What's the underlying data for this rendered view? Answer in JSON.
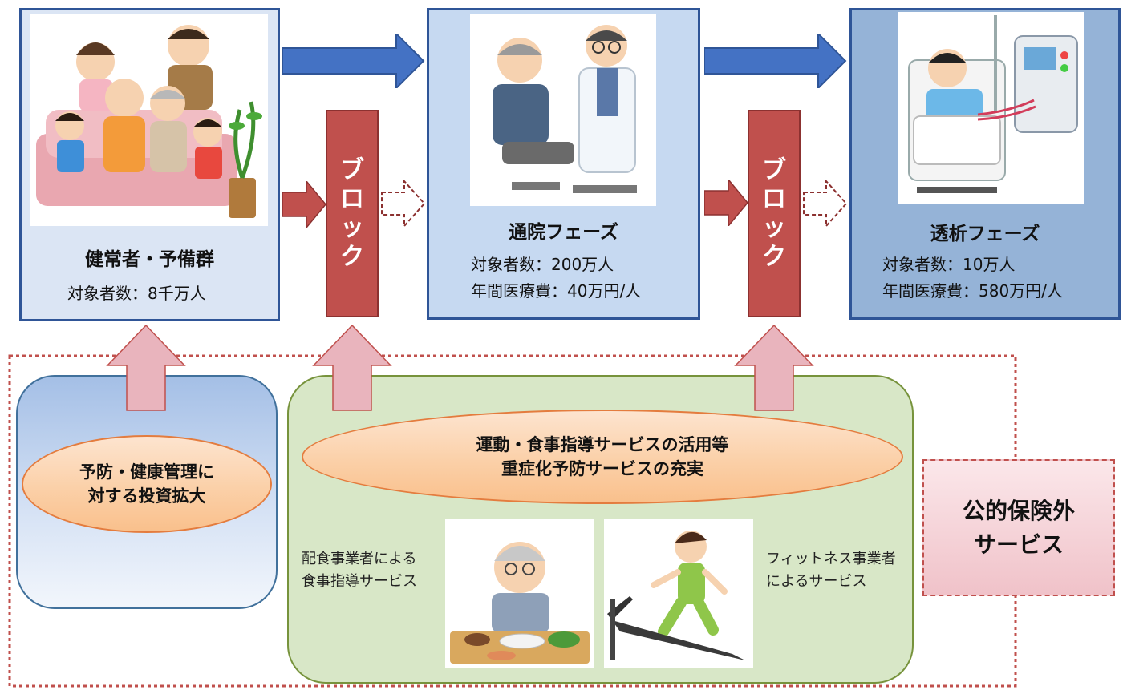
{
  "phases": [
    {
      "title": "健常者・予備群",
      "lines": [
        "対象者数：8千万人"
      ]
    },
    {
      "title": "通院フェーズ",
      "lines": [
        "対象者数：200万人",
        "年間医療費：40万円/人"
      ]
    },
    {
      "title": "透析フェーズ",
      "lines": [
        "対象者数：10万人",
        "年間医療費：580万円/人"
      ]
    }
  ],
  "block_chars": [
    "ブ",
    "ロ",
    "ッ",
    "ク"
  ],
  "prevention": {
    "lines": [
      "予防・健康管理に",
      "対する投資拡大"
    ]
  },
  "severity": {
    "lines": [
      "運動・食事指導サービスの活用等",
      "重症化予防サービスの充実"
    ]
  },
  "services": {
    "meal": {
      "lines": [
        "配食事業者による",
        "食事指導サービス"
      ]
    },
    "fitness": {
      "lines": [
        "フィットネス事業者",
        "によるサービス"
      ]
    }
  },
  "public_label": {
    "lines": [
      "公的保険外",
      "サービス"
    ]
  },
  "colors": {
    "phase_border": "#2f5597",
    "blue_arrow": "#4472c4",
    "red_block": "#c0504d",
    "pink_arrow": "#e9b4bd",
    "dashed_border": "#c0504d",
    "green_panel": "#d8e7c7",
    "ellipse_fill": "#fbd0a8"
  },
  "icons": [
    "family-illustration",
    "doctor-consultation-illustration",
    "dialysis-patient-illustration",
    "elderly-meal-illustration",
    "treadmill-runner-illustration"
  ]
}
